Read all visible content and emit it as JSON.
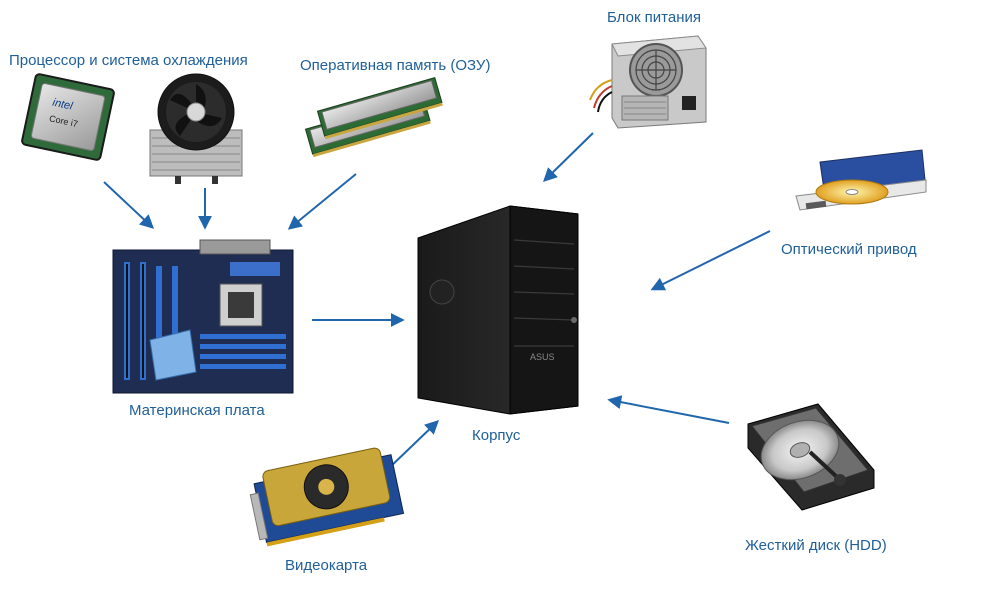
{
  "labels": {
    "cpu_cooler": "Процессор и система охлаждения",
    "ram": "Оперативная память (ОЗУ)",
    "psu": "Блок питания",
    "optical": "Оптический привод",
    "motherboard": "Материнская плата",
    "case": "Корпус",
    "gpu": "Видеокарта",
    "hdd": "Жесткий диск (HDD)",
    "cpu_brand": "intel",
    "cpu_model": "Core i7",
    "case_brand": "ASUS"
  },
  "colors": {
    "label": "#1f5f9a",
    "arrow": "#1f66ad"
  }
}
